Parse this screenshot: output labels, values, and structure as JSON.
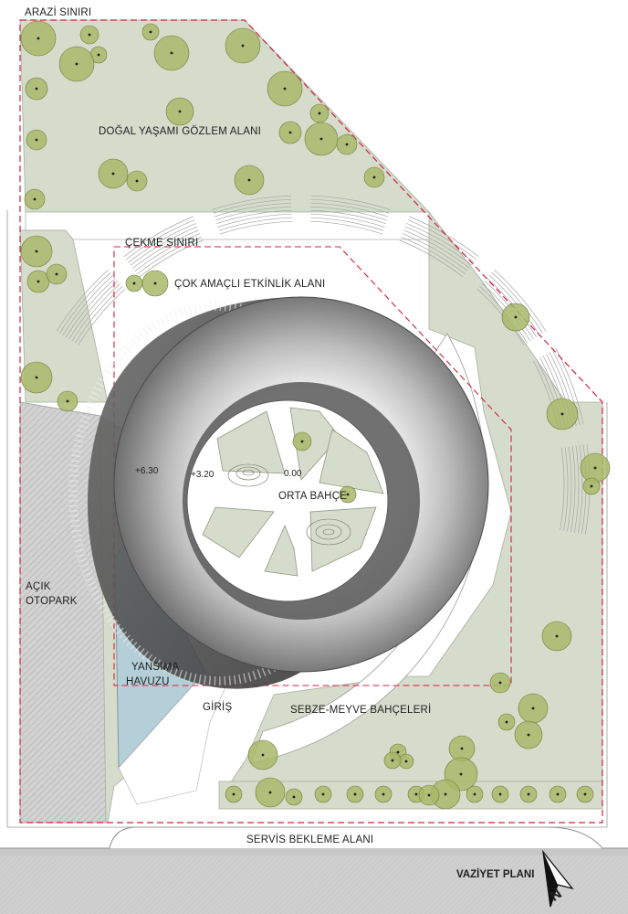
{
  "labels": {
    "site_boundary": "ARAZİ SINIRI",
    "nature_area": "DOĞAL YAŞAMI GÖZLEM ALANI",
    "setback_line": "ÇEKME SINIRI",
    "event_area": "ÇOK AMAÇLI ETKİNLİK ALANI",
    "elev_outer": "+6.30",
    "elev_mid": "+3.20",
    "elev_inner": "0.00",
    "center_garden": "ORTA BAHÇE",
    "parking_line1": "AÇIK",
    "parking_line2": "OTOPARK",
    "pool_line1": "YANSIMA",
    "pool_line2": "HAVUZU",
    "entrance": "GİRİŞ",
    "orchards": "SEBZE-MEYVE BAHÇELERİ",
    "service_area": "SERVİS BEKLEME ALANI",
    "site_plan": "VAZİYET PLANI",
    "north": "N"
  },
  "colors": {
    "ground": "#d6dccb",
    "tree": "#a8b96a",
    "boundary": "#d0213f",
    "pool": "#b5cfd9",
    "road": "#c7c7c7"
  }
}
